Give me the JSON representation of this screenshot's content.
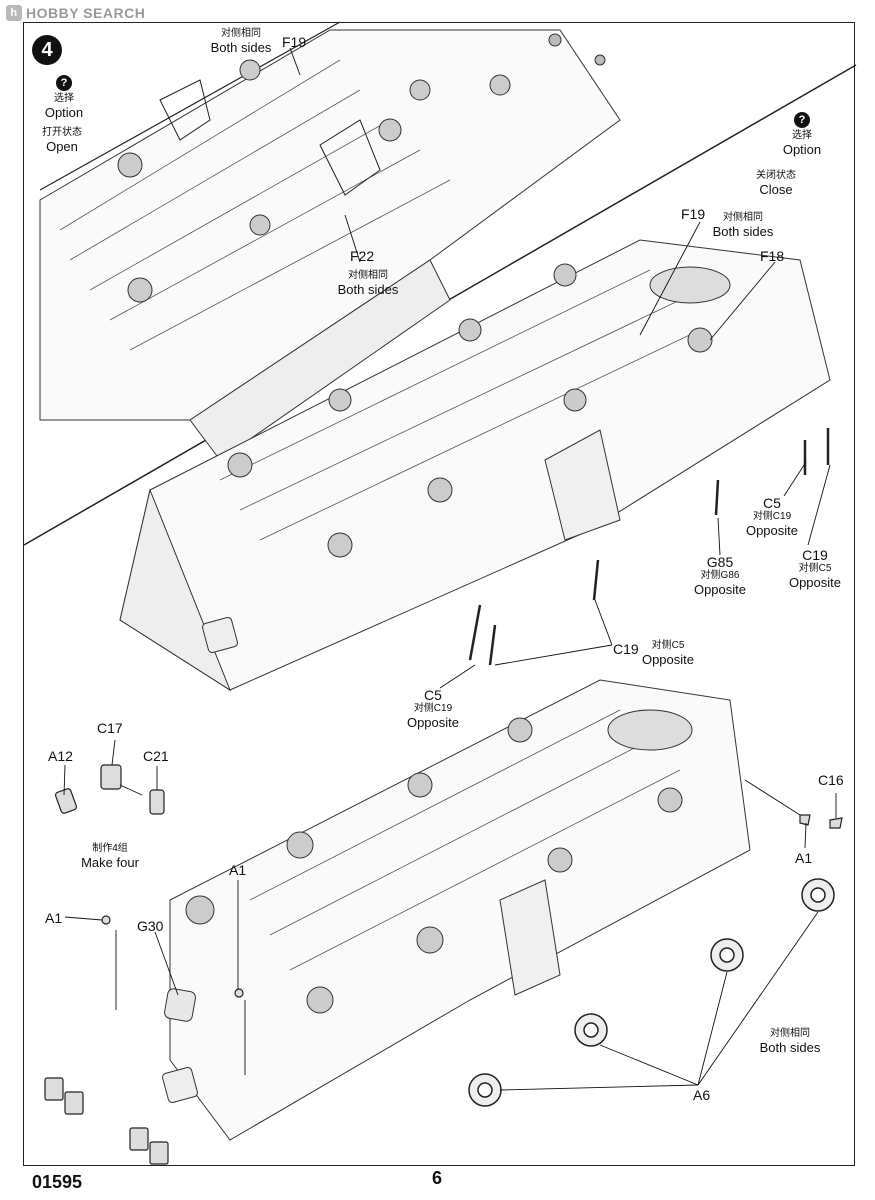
{
  "watermark": {
    "logo": "h",
    "text": "HOBBY SEARCH"
  },
  "step": {
    "number": "4"
  },
  "options": {
    "top_left": {
      "icon": "?",
      "cn": "选择",
      "en": "Option"
    },
    "open": {
      "cn": "打开状态",
      "en": "Open"
    },
    "right": {
      "icon": "?",
      "cn": "选择",
      "en": "Option"
    },
    "close": {
      "cn": "关闭状态",
      "en": "Close"
    }
  },
  "labels": {
    "both_sides_top": {
      "cn": "对侧相同",
      "en": "Both sides"
    },
    "f19_top": "F19",
    "f22": "F22",
    "both_sides_f22": {
      "cn": "对侧相同",
      "en": "Both sides"
    },
    "f19_mid": "F19",
    "both_sides_mid": {
      "cn": "对侧相同",
      "en": "Both sides"
    },
    "f18": "F18",
    "c5_right": {
      "part": "C5",
      "cn": "对侧C19",
      "en": "Opposite"
    },
    "g85": {
      "part": "G85",
      "cn": "对侧G86",
      "en": "Opposite"
    },
    "c19_right": {
      "part": "C19",
      "cn": "对侧C5",
      "en": "Opposite"
    },
    "c19_mid": {
      "part": "C19",
      "cn": "对侧C5",
      "en": "Opposite"
    },
    "c5_mid": {
      "part": "C5",
      "cn": "对侧C19",
      "en": "Opposite"
    },
    "c17": "C17",
    "a12": "A12",
    "c21": "C21",
    "make_four": {
      "cn": "制作4组",
      "en": "Make four"
    },
    "a1_left": "A1",
    "a1_center": "A1",
    "g30": "G30",
    "c16": "C16",
    "a1_right": "A1",
    "both_sides_bottom": {
      "cn": "对侧相同",
      "en": "Both sides"
    },
    "a6": "A6"
  },
  "footer": {
    "code": "01595",
    "page": "6"
  }
}
